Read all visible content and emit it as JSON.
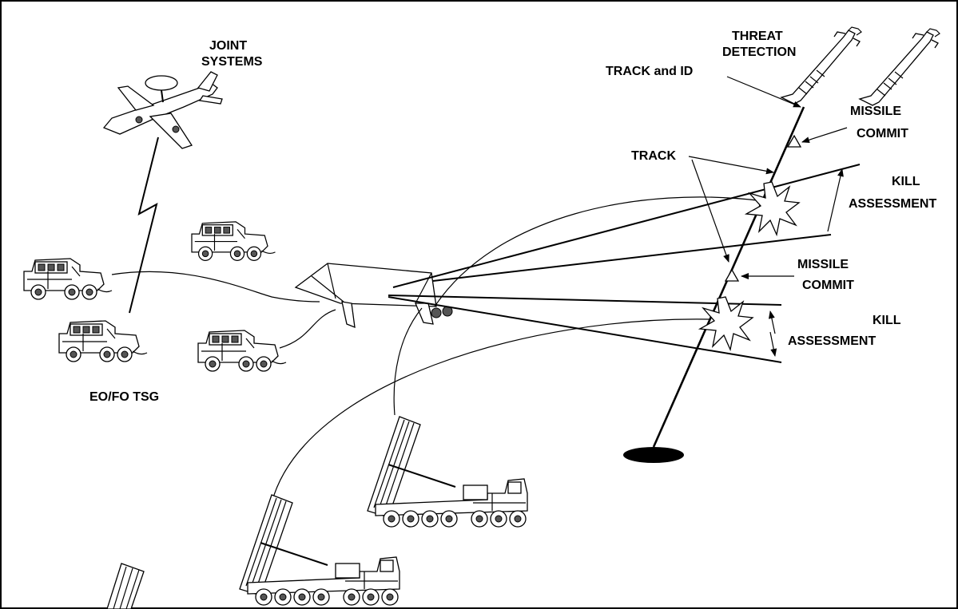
{
  "labels": {
    "joint_systems_1": "JOINT",
    "joint_systems_2": "SYSTEMS",
    "threat_detection_1": "THREAT",
    "threat_detection_2": "DETECTION",
    "track_and_id": "TRACK and ID",
    "missile_commit_1a": "MISSILE",
    "missile_commit_1b": "COMMIT",
    "track": "TRACK",
    "kill_assessment_1a": "KILL",
    "kill_assessment_1b": "ASSESSMENT",
    "missile_commit_2a": "MISSILE",
    "missile_commit_2b": "COMMIT",
    "kill_assessment_2a": "KILL",
    "kill_assessment_2b": "ASSESSMENT",
    "eo_fo_tsg": "EO/FO TSG"
  },
  "icons": [
    "awacs-aircraft-icon",
    "humvee-icon",
    "radar-icon",
    "launcher-truck-icon",
    "missile-icon",
    "explosion-icon",
    "impact-crater-icon"
  ]
}
